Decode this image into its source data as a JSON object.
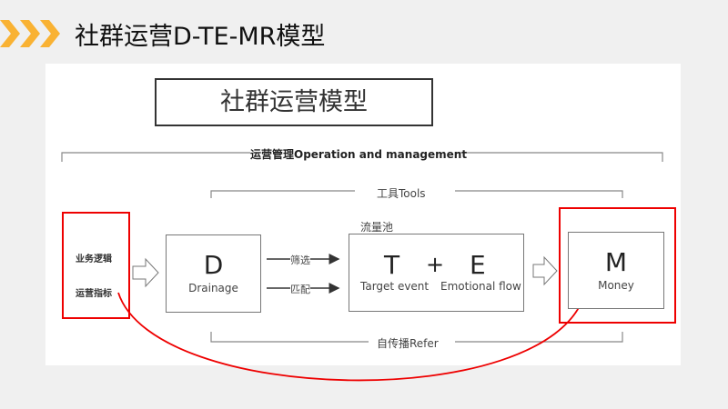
{
  "header": {
    "title": "社群运营D-TE-MR模型",
    "accent": "#f9b233"
  },
  "diagram": {
    "main_title": "社群运营模型",
    "operation_label": "运营管理Operation and management",
    "tools_label": "工具Tools",
    "refer_label": "自传播Refer",
    "pool_label": "流量池",
    "left_items": [
      "业务逻辑",
      "运营指标"
    ],
    "d": {
      "letter": "D",
      "name": "Drainage"
    },
    "arrows": [
      "筛选",
      "匹配"
    ],
    "te": {
      "t": "T",
      "plus": "+",
      "e": "E",
      "t_name": "Target event",
      "e_name": "Emotional flow"
    },
    "m": {
      "letter": "M",
      "name": "Money"
    },
    "highlight_color": "#e00000"
  }
}
